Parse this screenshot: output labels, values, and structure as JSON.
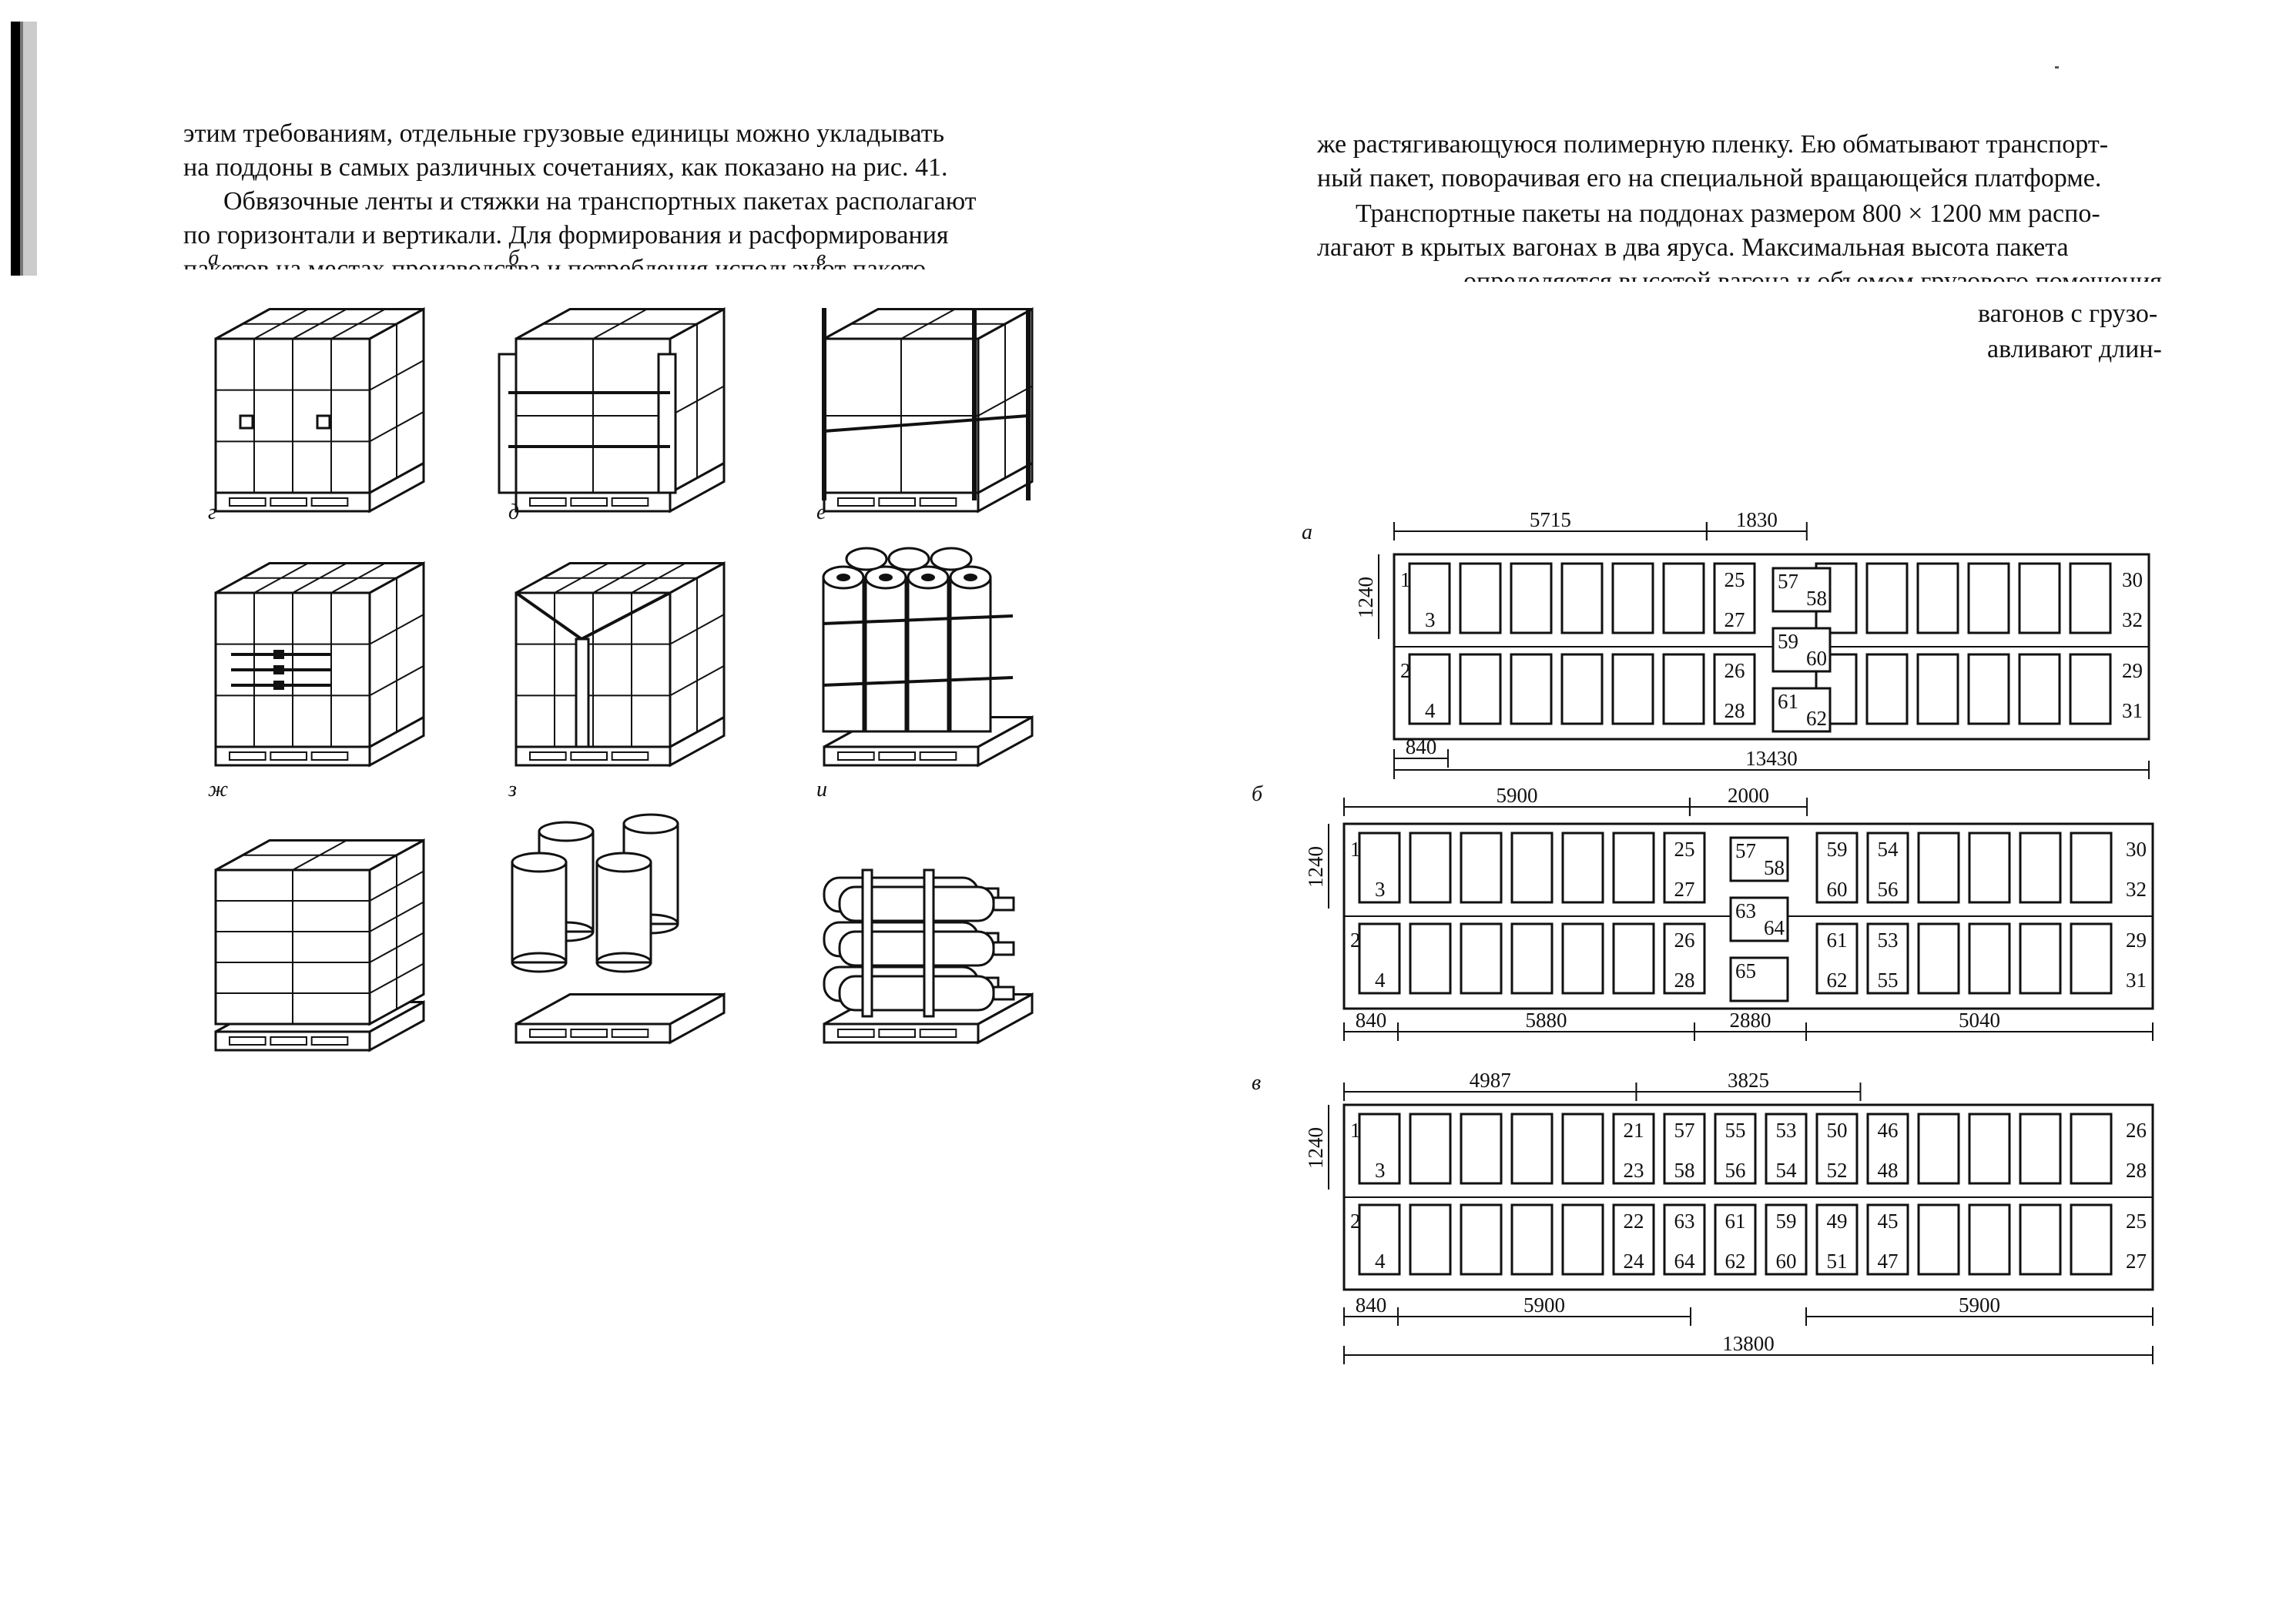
{
  "left_page": {
    "lines": [
      "этим требованиям, отдельные грузовые единицы можно укладывать",
      "на поддоны в самых различных сочетаниях, как показано на рис. 41.",
      "Обвязочные ленты и стяжки на транспортных пакетах располагают",
      "по горизонтали и вертикали. Для формирования и расформирования",
      "пакетов на местах производства и потребления используют пакето-"
    ]
  },
  "right_page": {
    "lines": [
      "же растягивающуюся полимерную пленку. Ею обматывают транспорт-",
      "ный пакет, поворачивая его на специальной вращающейся платформе.",
      "Транспортные пакеты на поддонах размером 800 × 1200 мм распо-",
      "лагают в крытых вагонах в два яруса. Максимальная высота пакета",
      "определяется высотой вагона и объемом грузового помещения",
      "вагонов с грузо-",
      "авливают длин-"
    ]
  },
  "pallet_figures": [
    {
      "letter": "а",
      "kind": "box-strapped"
    },
    {
      "letter": "б",
      "kind": "box-side-boards"
    },
    {
      "letter": "в",
      "kind": "box-corner-posts"
    },
    {
      "letter": "г",
      "kind": "box-banded"
    },
    {
      "letter": "д",
      "kind": "box-tensioner"
    },
    {
      "letter": "е",
      "kind": "rolls-bundle"
    },
    {
      "letter": "ж",
      "kind": "brick-block"
    },
    {
      "letter": "з",
      "kind": "cylinders"
    },
    {
      "letter": "и",
      "kind": "gas-cylinders"
    }
  ],
  "wagon_plans": [
    {
      "letter": "а",
      "top_dims": [
        "5715",
        "1830"
      ],
      "side_dim": "1240",
      "offset_dim": "840",
      "bottom_dims": [],
      "total_dim": "13430",
      "top_left": [
        "1",
        "3"
      ],
      "bottom_left": [
        "2",
        "4"
      ],
      "top_right": [
        "30",
        "32"
      ],
      "bottom_right": [
        "29",
        "31"
      ],
      "top_marked": [
        [
          "25",
          "27"
        ]
      ],
      "bottom_marked": [
        [
          "26",
          "28"
        ]
      ],
      "middle": [
        [
          "57",
          "58"
        ],
        [
          "59",
          "60"
        ],
        [
          "61",
          "62"
        ]
      ]
    },
    {
      "letter": "б",
      "top_dims": [
        "5900",
        "2000"
      ],
      "side_dim": "1240",
      "offset_dim": "840",
      "bottom_dims": [
        "5880",
        "2880",
        "5040"
      ],
      "total_dim": "",
      "top_left": [
        "1",
        "3"
      ],
      "bottom_left": [
        "2",
        "4"
      ],
      "top_right": [
        "30",
        "32"
      ],
      "bottom_right": [
        "29",
        "31"
      ],
      "top_marked": [
        [
          "25",
          "27"
        ],
        [
          "59",
          "60"
        ],
        [
          "54",
          "56"
        ]
      ],
      "bottom_marked": [
        [
          "26",
          "28"
        ],
        [
          "61",
          "62"
        ],
        [
          "53",
          "55"
        ]
      ],
      "middle": [
        [
          "57",
          "58"
        ],
        [
          "63",
          "64"
        ],
        [
          "65",
          ""
        ]
      ]
    },
    {
      "letter": "в",
      "top_dims": [
        "4987",
        "3825"
      ],
      "side_dim": "1240",
      "offset_dim": "840",
      "bottom_dims": [
        "5900",
        "5900"
      ],
      "total_dim": "13800",
      "top_left": [
        "1",
        "3"
      ],
      "bottom_left": [
        "2",
        "4"
      ],
      "top_right": [
        "26",
        "28"
      ],
      "bottom_right": [
        "25",
        "27"
      ],
      "top_marked": [
        [
          "21",
          "23"
        ],
        [
          "57",
          "58"
        ],
        [
          "55",
          "56"
        ],
        [
          "53",
          "54"
        ],
        [
          "50",
          "52"
        ],
        [
          "46",
          "48"
        ]
      ],
      "bottom_marked": [
        [
          "22",
          "24"
        ],
        [
          "63",
          "64"
        ],
        [
          "61",
          "62"
        ],
        [
          "59",
          "60"
        ],
        [
          "49",
          "51"
        ],
        [
          "45",
          "47"
        ]
      ],
      "middle": []
    }
  ]
}
